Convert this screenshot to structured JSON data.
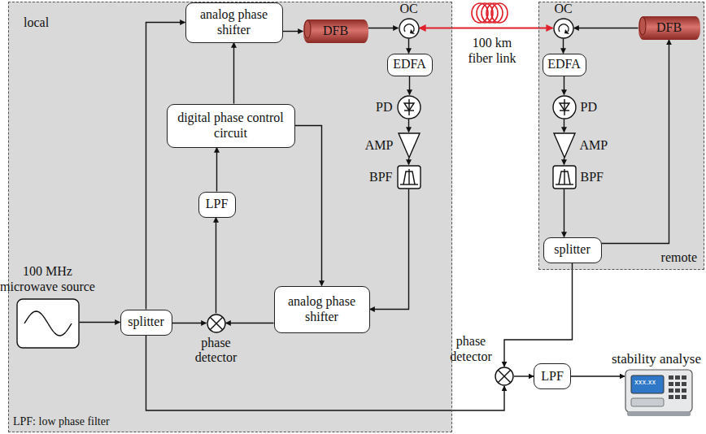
{
  "diagram": {
    "nodes": [
      {
        "text": [
          "local"
        ]
      },
      {
        "text": [
          "analog phase shifter"
        ],
        "in": 0
      },
      {
        "text": [
          "DFB"
        ],
        "in": 0
      },
      {
        "text": [
          "OC"
        ],
        "in": 0
      },
      {
        "text": [
          "EDFA"
        ],
        "in": 0
      },
      {
        "text": [
          "PD"
        ],
        "in": 0
      },
      {
        "text": [
          "AMP"
        ],
        "in": 0
      },
      {
        "text": [
          "BPF"
        ],
        "in": 0
      },
      {
        "text": [
          "digital phase control circuit"
        ],
        "in": 0
      },
      {
        "text": [
          "LPF"
        ],
        "in": 0
      },
      {
        "text": [
          "100 MHz microwave source"
        ],
        "in": 0
      },
      {
        "text": [
          "splitter"
        ],
        "in": 0
      },
      {
        "text": [
          "phase detector"
        ],
        "in": 0
      },
      {
        "text": [
          "analog phase shifter"
        ],
        "in": 0
      },
      {
        "text": [
          "remote"
        ]
      },
      {
        "text": [
          "OC"
        ],
        "in": 14
      },
      {
        "text": [
          "DFB"
        ],
        "in": 14
      },
      {
        "text": [
          "EDFA"
        ],
        "in": 14
      },
      {
        "text": [
          "PD"
        ],
        "in": 14
      },
      {
        "text": [
          "AMP"
        ],
        "in": 14
      },
      {
        "text": [
          "BPF"
        ],
        "in": 14
      },
      {
        "text": [
          "splitter"
        ],
        "in": 14
      },
      {
        "text": [
          "phase detector"
        ]
      },
      {
        "text": [
          "LPF"
        ]
      },
      {
        "text": [
          "stability analyse"
        ]
      }
    ],
    "edges": [
      {
        "from": 11,
        "to": 1,
        "arrow": "to"
      },
      {
        "from": 1,
        "to": 2,
        "arrow": "to"
      },
      {
        "from": 2,
        "to": 3,
        "arrow": "to"
      },
      {
        "from": 3,
        "to": 15,
        "arrow": "both"
      },
      {
        "from": 3,
        "to": 4,
        "arrow": "to"
      },
      {
        "from": 4,
        "to": 5,
        "arrow": "to"
      },
      {
        "from": 5,
        "to": 6,
        "arrow": "to"
      },
      {
        "from": 6,
        "to": 7,
        "arrow": "to"
      },
      {
        "from": 7,
        "to": 13,
        "arrow": "to"
      },
      {
        "from": 13,
        "to": 12,
        "arrow": "to"
      },
      {
        "from": 11,
        "to": 12,
        "arrow": "to"
      },
      {
        "from": 12,
        "to": 9,
        "arrow": "to"
      },
      {
        "from": 9,
        "to": 8,
        "arrow": "to"
      },
      {
        "from": 8,
        "to": 1,
        "arrow": "to"
      },
      {
        "from": 8,
        "to": 13,
        "arrow": "to"
      },
      {
        "from": 10,
        "to": 11,
        "arrow": "to"
      },
      {
        "from": 11,
        "to": 22,
        "arrow": "to"
      },
      {
        "from": 16,
        "to": 15,
        "arrow": "to"
      },
      {
        "from": 15,
        "to": 17,
        "arrow": "to"
      },
      {
        "from": 17,
        "to": 18,
        "arrow": "to"
      },
      {
        "from": 18,
        "to": 19,
        "arrow": "to"
      },
      {
        "from": 19,
        "to": 20,
        "arrow": "to"
      },
      {
        "from": 20,
        "to": 21,
        "arrow": "to"
      },
      {
        "from": 21,
        "to": 16,
        "arrow": "to"
      },
      {
        "from": 21,
        "to": 22,
        "arrow": "to"
      },
      {
        "from": 22,
        "to": 23,
        "arrow": "to"
      },
      {
        "from": 23,
        "to": 24,
        "arrow": "to"
      }
    ],
    "labels": [
      "100 km fiber link",
      "LPF: low phase filter",
      "xxx.xx"
    ]
  }
}
